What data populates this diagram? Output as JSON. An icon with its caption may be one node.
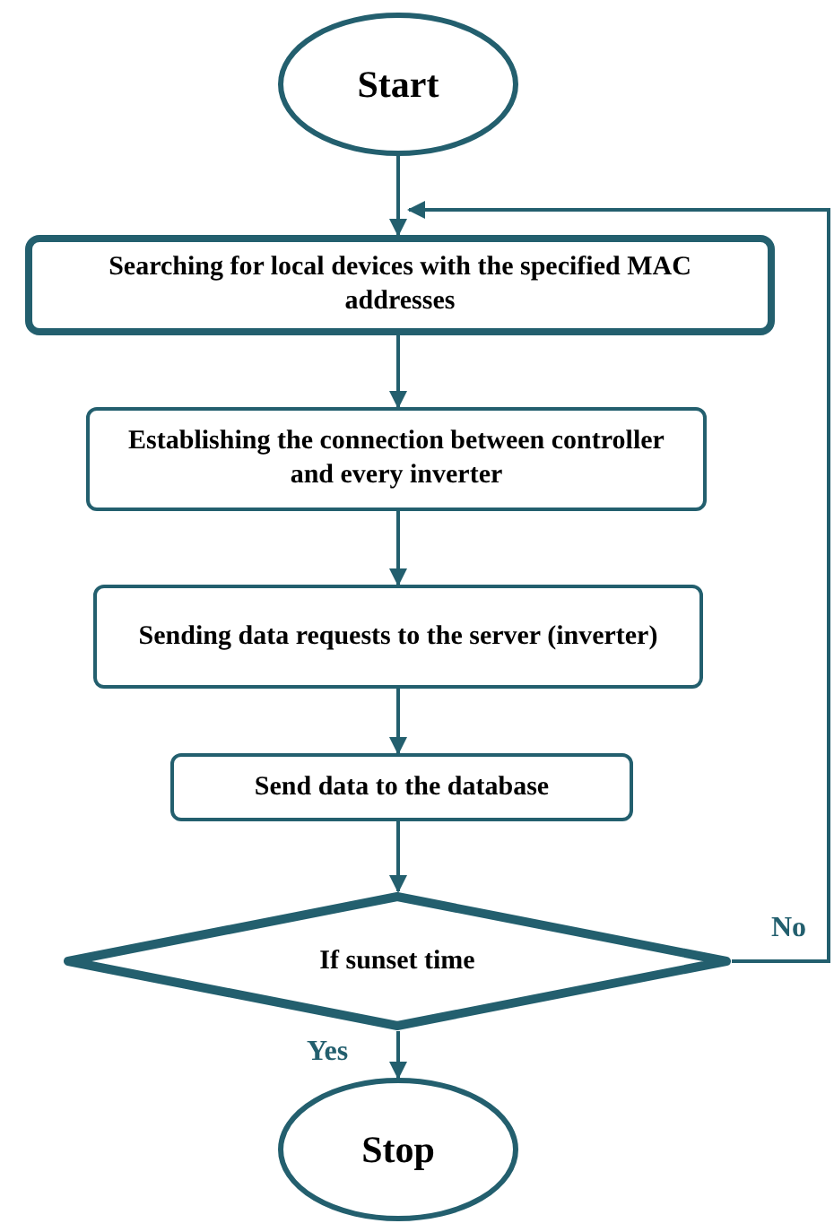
{
  "diagram": {
    "nodes": [
      {
        "text": [
          "Start"
        ]
      },
      {
        "text": [
          "Searching for local devices with the specified MAC addresses"
        ]
      },
      {
        "text": [
          "Establishing the connection between controller and every inverter"
        ]
      },
      {
        "text": [
          "Sending data requests to the server (inverter)"
        ]
      },
      {
        "text": [
          "Send data to the database"
        ]
      },
      {
        "text": [
          "If sunset time"
        ]
      },
      {
        "text": [
          "Stop"
        ]
      }
    ],
    "edges": [
      {
        "from": 0,
        "to": 1,
        "arrow": "to"
      },
      {
        "from": 1,
        "to": 2,
        "arrow": "to"
      },
      {
        "from": 2,
        "to": 3,
        "arrow": "to"
      },
      {
        "from": 3,
        "to": 4,
        "arrow": "to"
      },
      {
        "from": 4,
        "to": 5,
        "arrow": "to"
      },
      {
        "from": 5,
        "to": 6,
        "arrow": "to",
        "label": "Yes"
      },
      {
        "from": 5,
        "to": 1,
        "arrow": "to",
        "label": "No"
      }
    ]
  }
}
